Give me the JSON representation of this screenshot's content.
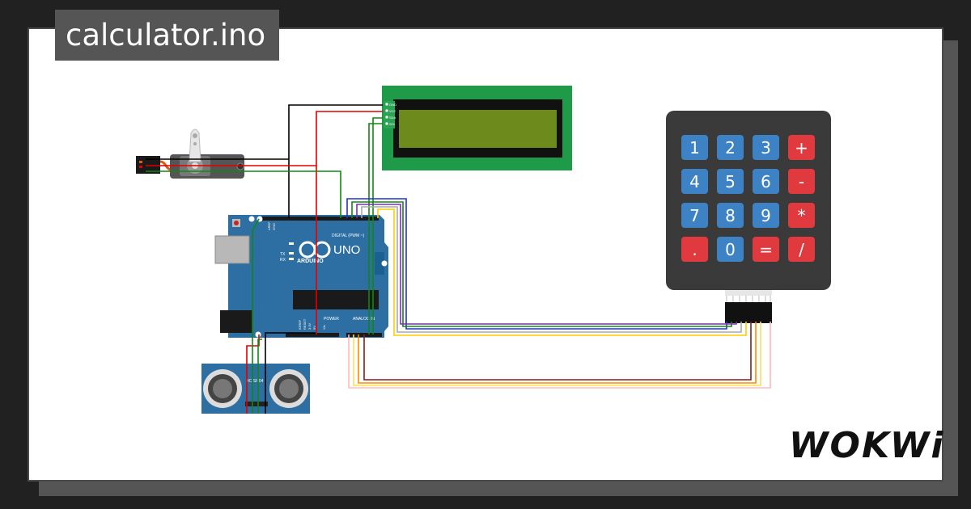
{
  "title": "calculator.ino",
  "brand": "WOKWi",
  "board": {
    "name": "UNO",
    "maker": "ARDUINO",
    "digital_label": "DIGITAL (PWM ~)",
    "power_label": "POWER",
    "analog_label": "ANALOG IN",
    "tx_label": "TX",
    "rx_label": "RX",
    "aref_label": "AREF",
    "gnd_label": "GND",
    "ioref_label": "IOREF",
    "reset_label": "RESET",
    "v33_label": "3.3V",
    "v5_label": "5V",
    "vin_label": "Vin"
  },
  "lcd": {
    "pins": [
      "GND",
      "VCC",
      "SDA",
      "SCL"
    ]
  },
  "sensor": {
    "label": "HC-SR04"
  },
  "keypad": {
    "keys": [
      [
        "1",
        "2",
        "3",
        "+"
      ],
      [
        "4",
        "5",
        "6",
        "-"
      ],
      [
        "7",
        "8",
        "9",
        "*"
      ],
      [
        ".",
        "0",
        "=",
        "/"
      ]
    ],
    "colors": {
      "blue": "#3d82c4",
      "red": "#e0393e",
      "body": "#3a3a3a"
    }
  },
  "colors": {
    "board": "#2d6fa3",
    "lcd_frame": "#1e9a48",
    "lcd_screen": "#6d8a1c",
    "wire_black": "#000000",
    "wire_red": "#e00000",
    "wire_green": "#118811"
  }
}
